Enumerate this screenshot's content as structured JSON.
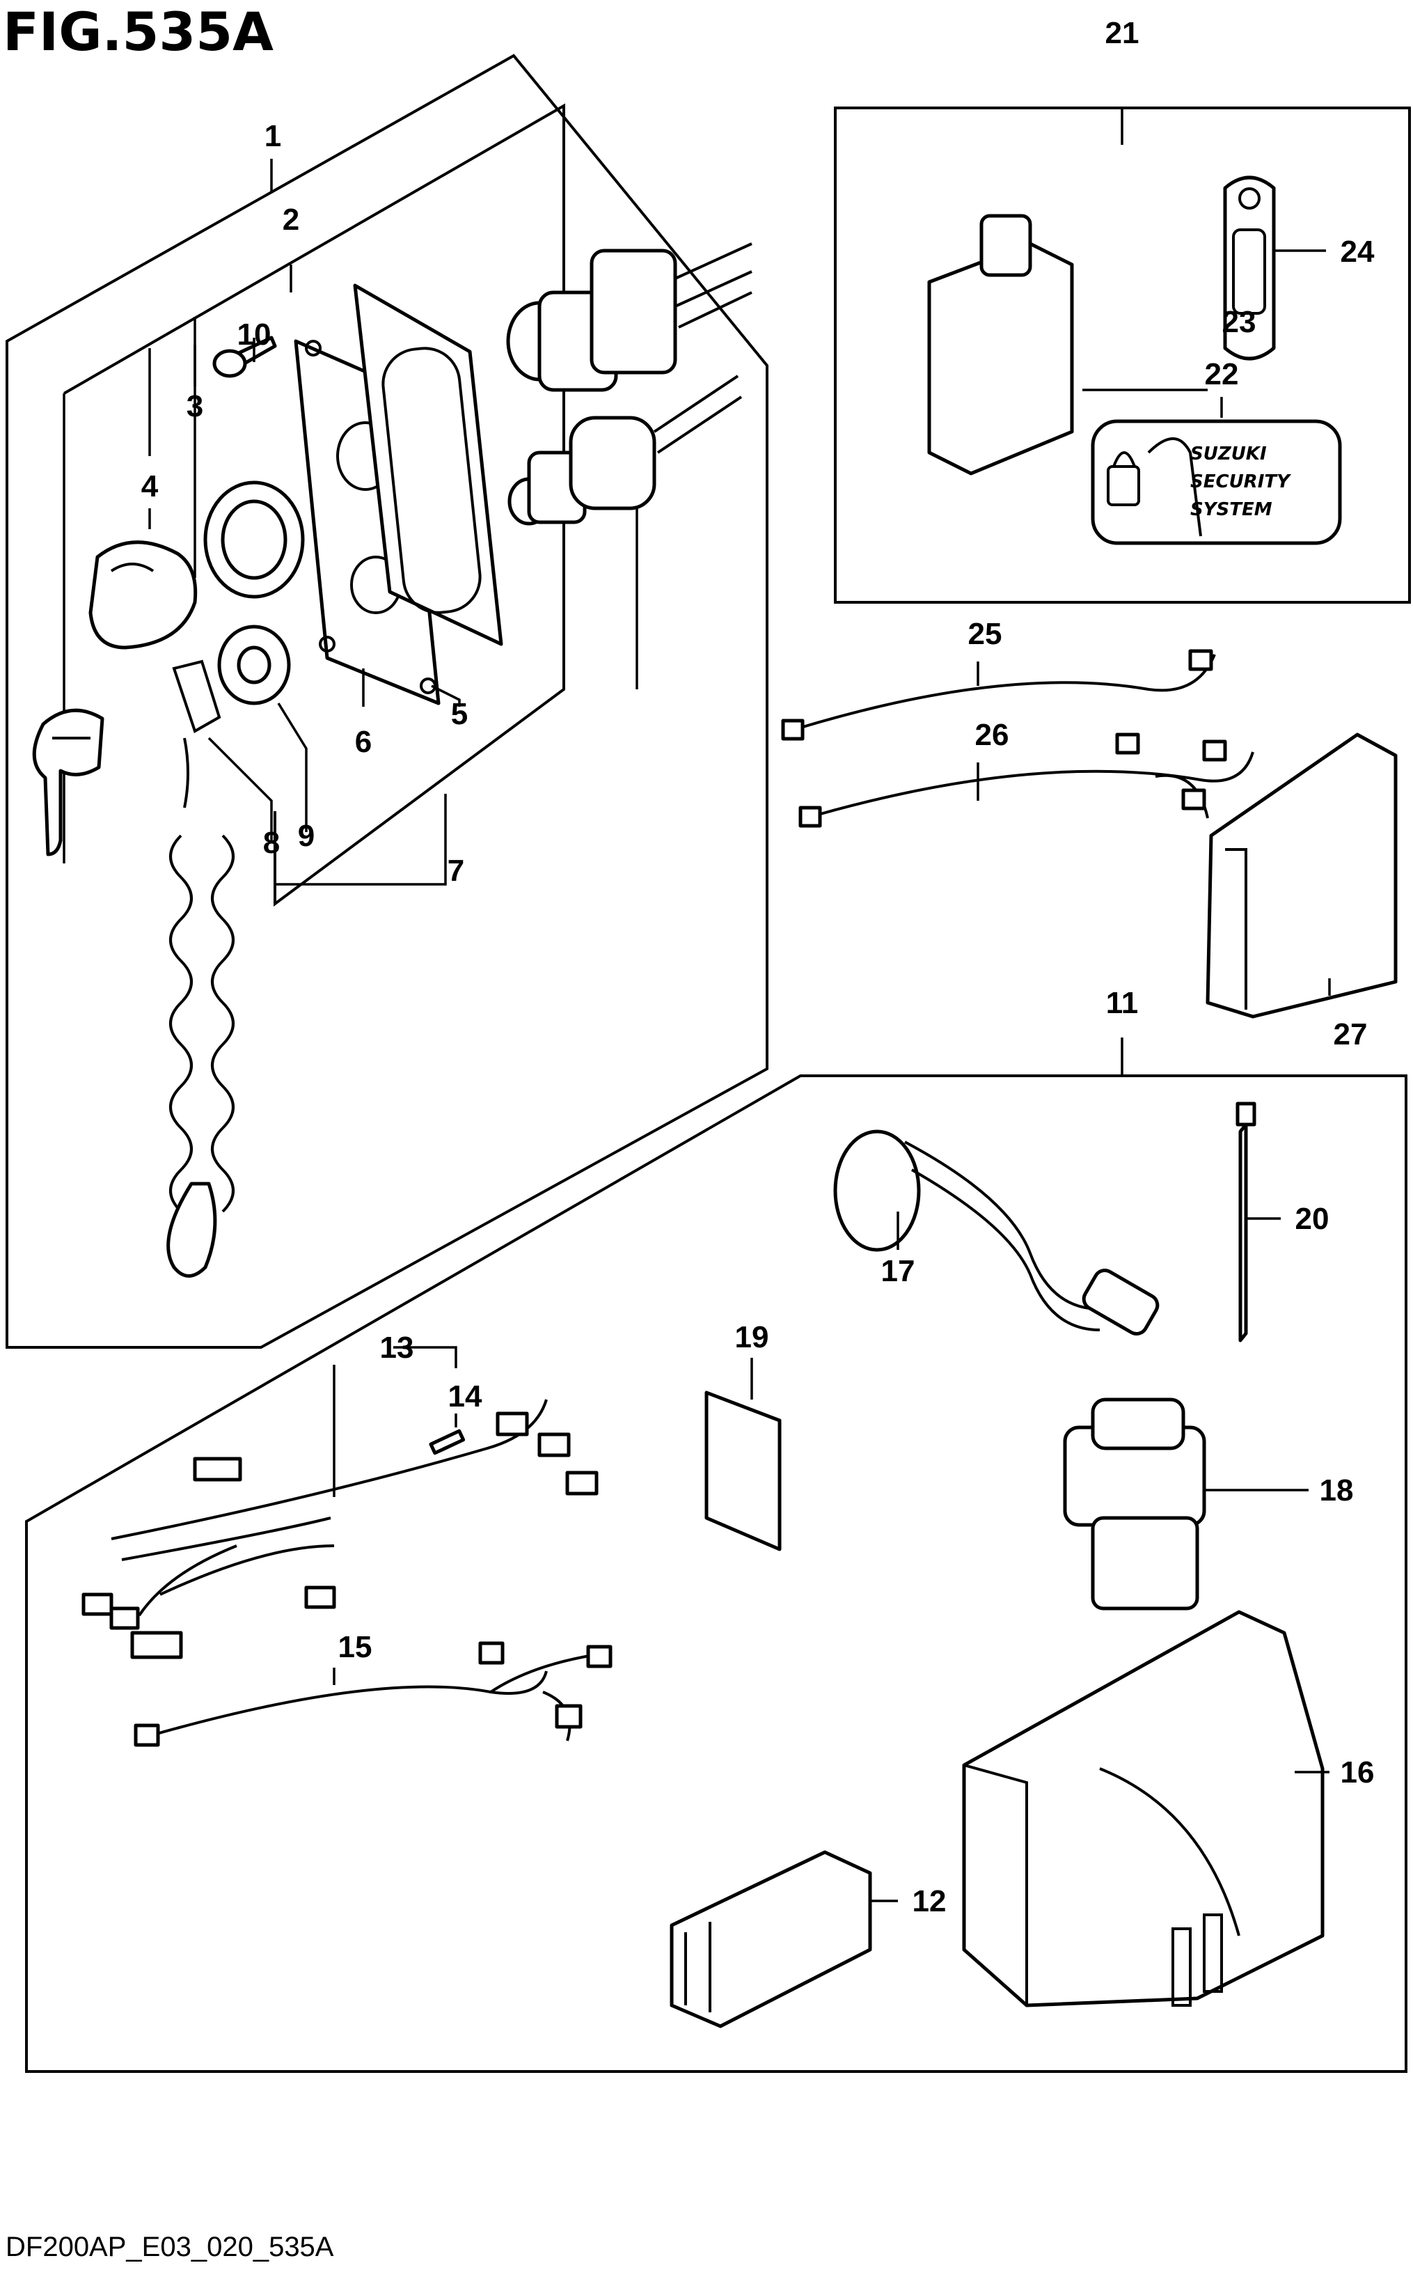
{
  "figure": {
    "title": "FIG.535A",
    "footer_code": "DF200AP_E03_020_535A"
  },
  "security_label": {
    "line1": "SUZUKI",
    "line2": "SECURITY",
    "line3": "SYSTEM"
  },
  "callouts": [
    {
      "id": "1",
      "label": "1"
    },
    {
      "id": "2",
      "label": "2"
    },
    {
      "id": "3",
      "label": "3"
    },
    {
      "id": "4",
      "label": "4"
    },
    {
      "id": "5",
      "label": "5"
    },
    {
      "id": "6",
      "label": "6"
    },
    {
      "id": "7",
      "label": "7"
    },
    {
      "id": "8",
      "label": "8"
    },
    {
      "id": "9",
      "label": "9"
    },
    {
      "id": "10",
      "label": "10"
    },
    {
      "id": "11",
      "label": "11"
    },
    {
      "id": "12",
      "label": "12"
    },
    {
      "id": "13",
      "label": "13"
    },
    {
      "id": "14",
      "label": "14"
    },
    {
      "id": "15",
      "label": "15"
    },
    {
      "id": "16",
      "label": "16"
    },
    {
      "id": "17",
      "label": "17"
    },
    {
      "id": "18",
      "label": "18"
    },
    {
      "id": "19",
      "label": "19"
    },
    {
      "id": "20",
      "label": "20"
    },
    {
      "id": "21",
      "label": "21"
    },
    {
      "id": "22",
      "label": "22"
    },
    {
      "id": "23",
      "label": "23"
    },
    {
      "id": "24",
      "label": "24"
    },
    {
      "id": "25",
      "label": "25"
    },
    {
      "id": "26",
      "label": "26"
    },
    {
      "id": "27",
      "label": "27"
    }
  ]
}
